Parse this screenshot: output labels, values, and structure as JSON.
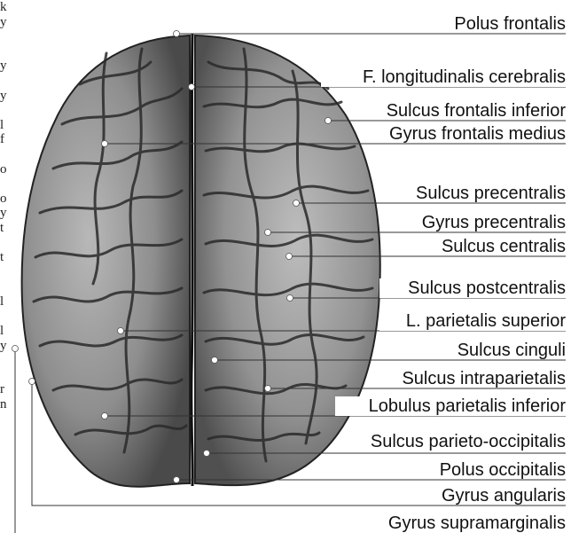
{
  "diagram": {
    "side_text_chars": [
      "k",
      "y",
      "",
      "",
      "y",
      "",
      "y",
      "",
      "l",
      "f",
      "",
      "o",
      "",
      "o",
      "y",
      "t",
      "",
      "t",
      "",
      "",
      "l",
      "",
      "l",
      "y",
      "",
      "",
      "r",
      "n"
    ],
    "labels": [
      {
        "id": "polus-frontalis",
        "text": "Polus frontalis"
      },
      {
        "id": "f-longitudinalis-cerebralis",
        "text": "F. longitudinalis cerebralis"
      },
      {
        "id": "sulcus-frontalis-inferior",
        "text": "Sulcus frontalis inferior"
      },
      {
        "id": "gyrus-frontalis-medius",
        "text": "Gyrus frontalis medius"
      },
      {
        "id": "sulcus-precentralis",
        "text": "Sulcus precentralis"
      },
      {
        "id": "gyrus-precentralis",
        "text": "Gyrus precentralis"
      },
      {
        "id": "sulcus-centralis",
        "text": "Sulcus centralis"
      },
      {
        "id": "sulcus-postcentralis",
        "text": "Sulcus postcentralis"
      },
      {
        "id": "l-parietalis-superior",
        "text": "L. parietalis superior"
      },
      {
        "id": "sulcus-cinguli",
        "text": "Sulcus cinguli"
      },
      {
        "id": "sulcus-intraparietalis",
        "text": "Sulcus intraparietalis"
      },
      {
        "id": "lobulus-parietalis-inferior",
        "text": "Lobulus parietalis inferior"
      },
      {
        "id": "sulcus-parieto-occipitalis",
        "text": "Sulcus parieto-occipitalis"
      },
      {
        "id": "polus-occipitalis",
        "text": "Polus occipitalis"
      },
      {
        "id": "gyrus-angularis",
        "text": "Gyrus angularis"
      },
      {
        "id": "gyrus-supramarginalis",
        "text": "Gyrus supramarginalis"
      }
    ]
  }
}
